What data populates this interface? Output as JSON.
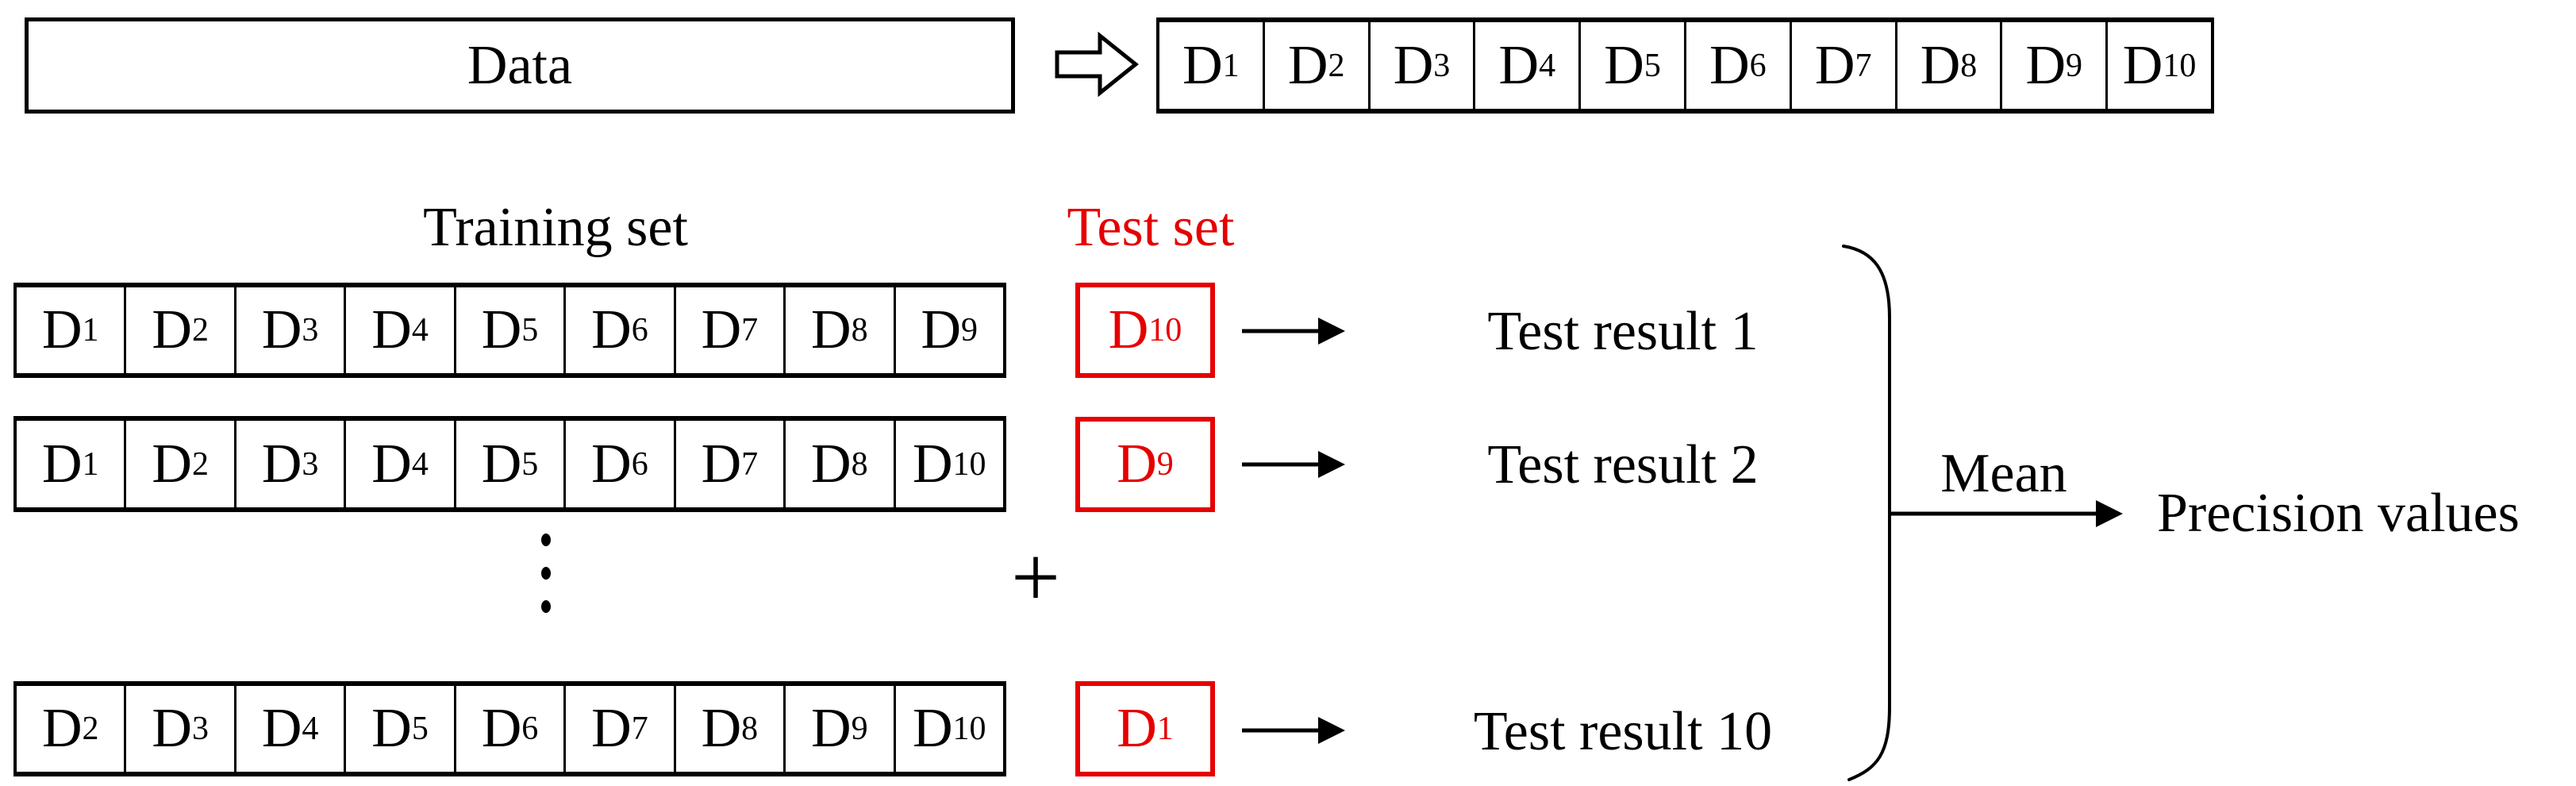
{
  "colors": {
    "red": "#e60000",
    "black": "#000000",
    "background": "#ffffff"
  },
  "data_box": {
    "label": "Data"
  },
  "cell_letter": "D",
  "top_row_subs": [
    "1",
    "2",
    "3",
    "4",
    "5",
    "6",
    "7",
    "8",
    "9",
    "10"
  ],
  "labels": {
    "training_set": "Training set",
    "test_set": "Test set",
    "plus": "+",
    "mean": "Mean",
    "precision": "Precision values"
  },
  "folds": [
    {
      "training_subs": [
        "1",
        "2",
        "3",
        "4",
        "5",
        "6",
        "7",
        "8",
        "9"
      ],
      "test_sub": "10",
      "result_label": "Test result 1"
    },
    {
      "training_subs": [
        "1",
        "2",
        "3",
        "4",
        "5",
        "6",
        "7",
        "8",
        "10"
      ],
      "test_sub": "9",
      "result_label": "Test result 2"
    },
    {
      "training_subs": [
        "2",
        "3",
        "4",
        "5",
        "6",
        "7",
        "8",
        "9",
        "10"
      ],
      "test_sub": "1",
      "result_label": "Test result 10"
    }
  ],
  "icons": {
    "block_arrow": "hollow-right-arrow",
    "flow_arrow": "right-arrow",
    "group_brace": "right-brace",
    "ellipsis": "vertical-ellipsis"
  }
}
